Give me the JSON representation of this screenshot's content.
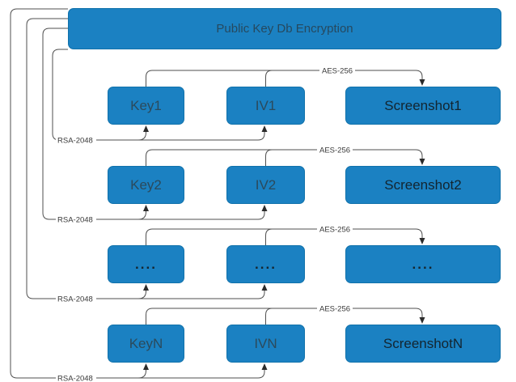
{
  "diagram": {
    "title": {
      "label": "Public Key Db Encryption"
    },
    "colors": {
      "node_fill": "#1b81c2",
      "node_border": "#1172ab",
      "title_text": "#26495f",
      "key_iv_text": "#2b4a5c",
      "screenshot_text": "#132530",
      "connector_line": "#4f4f4f",
      "edge_label_text": "#383838",
      "background": "#ffffff"
    },
    "rows": [
      {
        "key": "Key1",
        "iv": "IV1",
        "screenshot": "Screenshot1",
        "rsa": "RSA-2048",
        "aes": "AES-256"
      },
      {
        "key": "Key2",
        "iv": "IV2",
        "screenshot": "Screenshot2",
        "rsa": "RSA-2048",
        "aes": "AES-256"
      },
      {
        "key": "....",
        "iv": "....",
        "screenshot": "....",
        "rsa": "RSA-2048",
        "aes": "AES-256"
      },
      {
        "key": "KeyN",
        "iv": "IVN",
        "screenshot": "ScreenshotN",
        "rsa": "RSA-2048",
        "aes": "AES-256"
      }
    ]
  }
}
